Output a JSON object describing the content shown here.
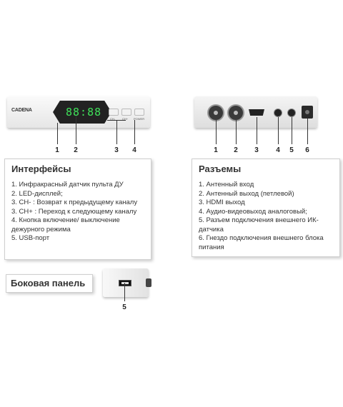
{
  "front": {
    "brand": "CADENA",
    "led_text": "88:88",
    "btn_ch_minus": "CH-",
    "btn_ch_plus": "CH+",
    "btn_power": "POWER",
    "callouts": [
      "1",
      "2",
      "3",
      "4"
    ]
  },
  "back": {
    "callouts": [
      "1",
      "2",
      "3",
      "4",
      "5",
      "6"
    ]
  },
  "interfaces": {
    "title": "Интерфейсы",
    "items": [
      "1. Инфракрасный датчик пульта ДУ",
      "2. LED-дисплей;",
      "3. CH- : Возврат к предыдущему каналу",
      "3. CH+ : Переход к следующему каналу",
      "4. Кнопка включение/ выключение",
      "дежурного режима",
      "5. USB-порт"
    ]
  },
  "connectors": {
    "title": "Разъемы",
    "items": [
      "1. Антенный вход",
      "2. Антенный выход (петлевой)",
      "3. HDMI выход",
      "4. Аудио-видеовыход аналоговый;",
      "5. Разъем подключения внешнего ИК-",
      "датчика",
      "6. Гнездо подключения внешнего блока",
      "питания"
    ]
  },
  "side": {
    "label": "Боковая панель",
    "callout": "5"
  }
}
